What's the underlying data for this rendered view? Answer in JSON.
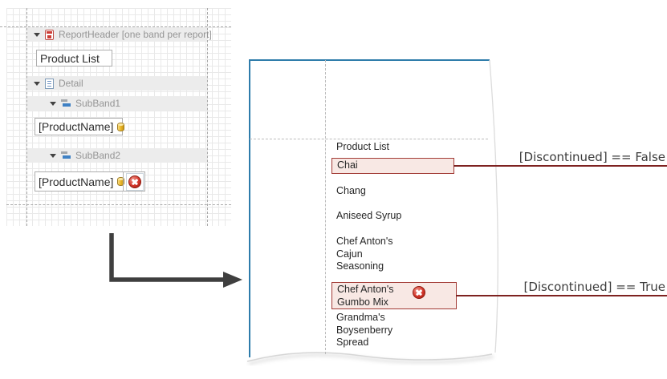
{
  "designer": {
    "bands": [
      {
        "label": "ReportHeader [one band per report]",
        "icon": "report-header-clipboard"
      },
      {
        "label": "Detail",
        "icon": "detail-list-page"
      },
      {
        "label": "SubBand1",
        "icon": "subband-stacked-bars"
      },
      {
        "label": "SubBand2",
        "icon": "subband-stacked-bars"
      }
    ],
    "controls": {
      "header_label": "Product List",
      "subband1_field": "[ProductName]",
      "subband2_field": "[ProductName]"
    }
  },
  "preview": {
    "title": "Product List",
    "items": [
      {
        "lines": [
          "Chai"
        ],
        "highlighted": true,
        "error_icon": false
      },
      {
        "lines": [
          "Chang"
        ],
        "highlighted": false,
        "error_icon": false
      },
      {
        "lines": [
          "Aniseed Syrup"
        ],
        "highlighted": false,
        "error_icon": false
      },
      {
        "lines": [
          "Chef Anton's",
          "Cajun",
          "Seasoning"
        ],
        "highlighted": false,
        "error_icon": false
      },
      {
        "lines": [
          "Chef Anton's",
          "Gumbo Mix"
        ],
        "highlighted": true,
        "error_icon": true
      },
      {
        "lines": [
          "Grandma's",
          "Boysenberry",
          "Spread"
        ],
        "highlighted": false,
        "error_icon": false
      }
    ]
  },
  "annotations": {
    "false_rule": "[Discontinued] == False",
    "true_rule": "[Discontinued] == True"
  },
  "icons": {
    "collapse_arrow": "triangle-down",
    "field_binding": "yellow-database-cylinder",
    "error": "red-circle-white-x"
  },
  "colors": {
    "preview_accent_blue": "#2e7cab",
    "highlight_fill": "#f8e8e4",
    "highlight_border": "#a23b36",
    "annotation_line": "#7e2220",
    "band_background": "#ececec",
    "band_text": "#959595",
    "arrow": "#3f3f3f"
  }
}
